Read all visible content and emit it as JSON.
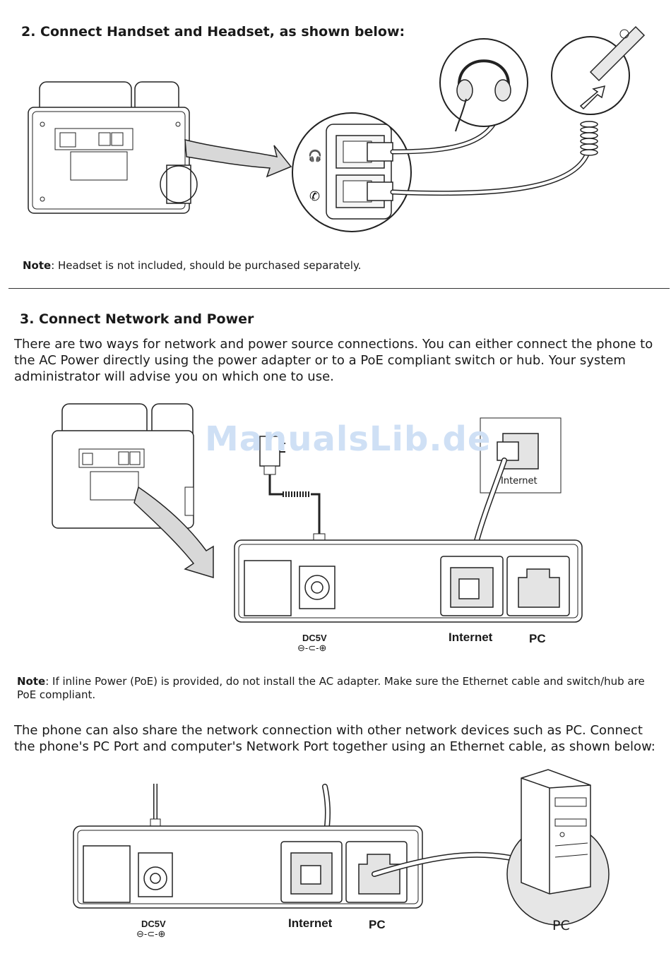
{
  "section2": {
    "title": "2. Connect Handset and Headset, as shown below:",
    "note_label": "Note",
    "note_text": ": Headset is not included, should be purchased separately."
  },
  "section3": {
    "title": "3. Connect Network and Power",
    "intro": "There are two ways for network and power source connections. You can either connect the phone to the AC Power directly using the power adapter or to a PoE compliant switch or hub. Your system administrator will advise you on which one to use.",
    "watermark": "ManualsLib.de",
    "diagram1": {
      "internet_box_label": "Internet",
      "dc_label": "DC5V",
      "dc_symbol": "⊖-⊂-⊕",
      "internet_label": "Internet",
      "pc_label": "PC"
    },
    "note_label": "Note",
    "note_text": ": If inline Power (PoE) is provided, do not install the AC adapter. Make sure the Ethernet cable and switch/hub are PoE compliant.",
    "share_text": "The phone can also share the network connection with other network devices such as PC. Connect the phone's PC Port and computer's Network Port together using an Ethernet cable, as shown below:",
    "diagram2": {
      "dc_label": "DC5V",
      "dc_symbol": "⊖-⊂-⊕",
      "internet_label": "Internet",
      "pc_label": "PC",
      "computer_label": "PC"
    }
  }
}
